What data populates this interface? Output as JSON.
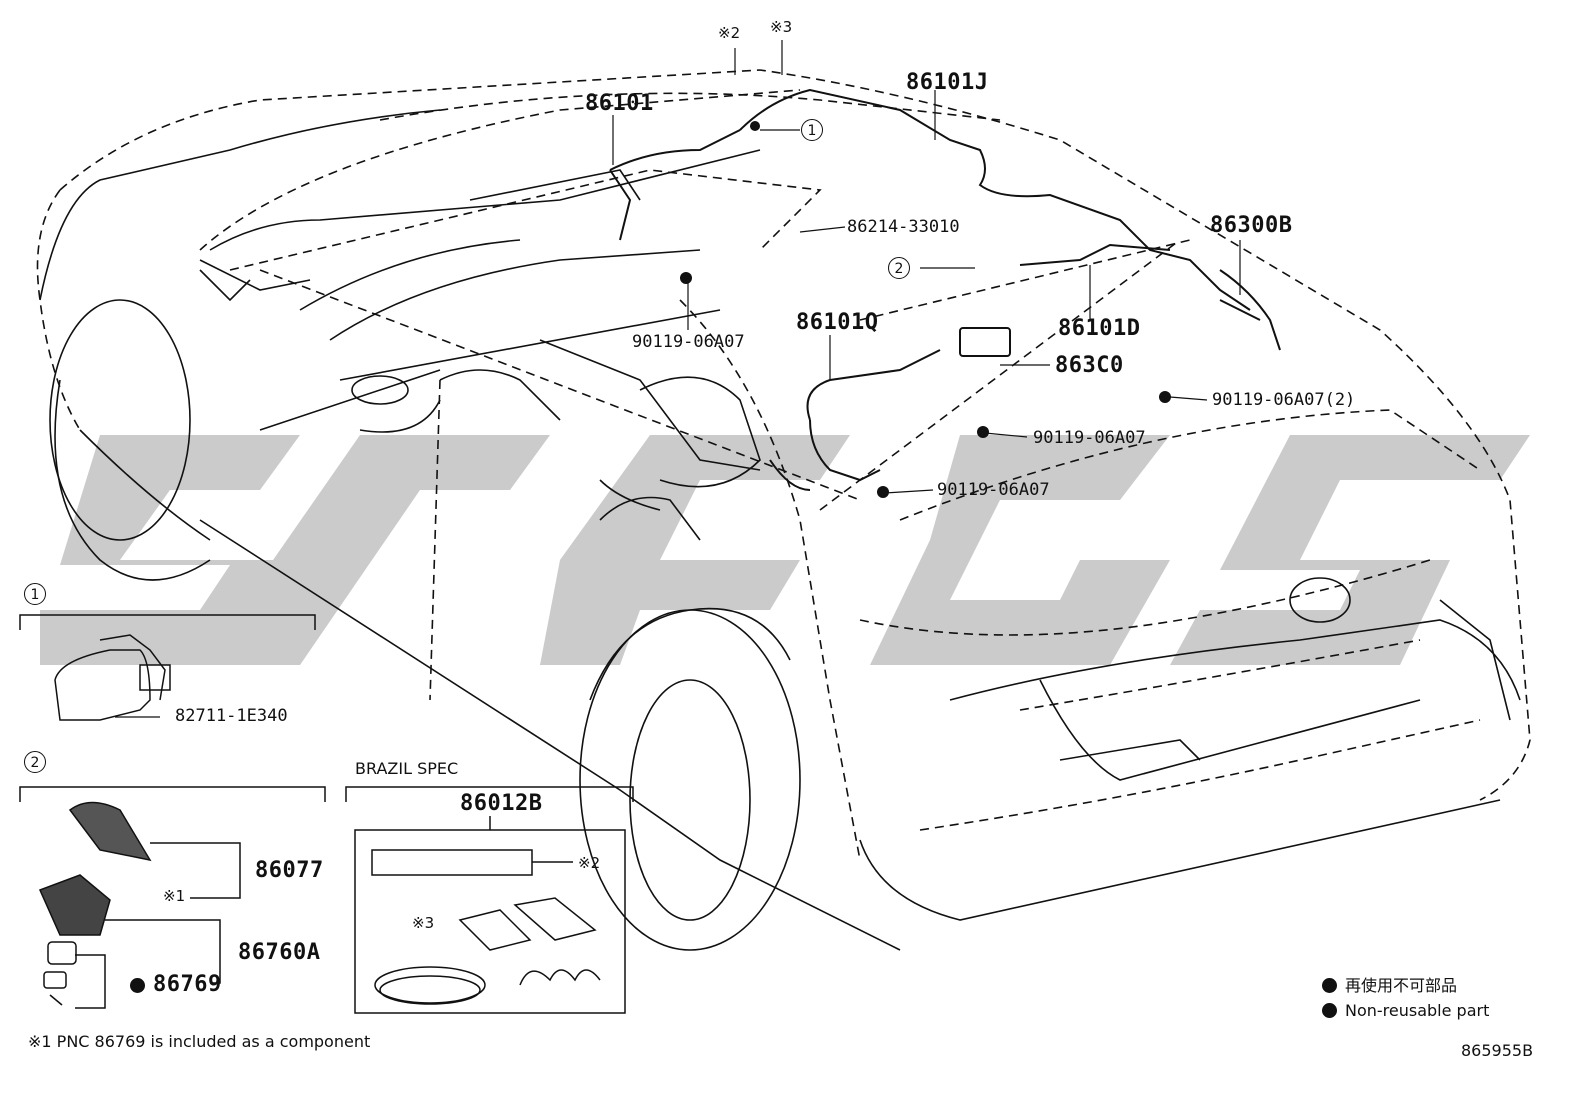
{
  "legend": {
    "jp": "再使用不可部品",
    "en": "Non-reusable part"
  },
  "footnote": "※1 PNC 86769 is included as a component",
  "illustration_id": "865955B",
  "brazil_spec": {
    "heading": "BRAZIL SPEC",
    "kit_part": "86012B",
    "mark_2": "※2",
    "mark_3": "※3"
  },
  "inset_1": {
    "circle": "1",
    "part": "82711-1E340"
  },
  "inset_2": {
    "circle": "2",
    "part_cover": "86077",
    "mark_1": "※1",
    "part_antenna": "86760A",
    "part_nonreusable": "86769"
  },
  "main": {
    "mark_2": "※2",
    "mark_3": "※3",
    "p_86101": "86101",
    "p_86101J": "86101J",
    "callout_1": "1",
    "p_86214": "86214-33010",
    "callout_2": "2",
    "p_86300B": "86300B",
    "p_86101D": "86101D",
    "p_86101Q": "86101Q",
    "p_863C0": "863C0",
    "bolt_a": "90119-06A07",
    "bolt_b": "90119-06A07(2)",
    "bolt_c": "90119-06A07",
    "bolt_d": "90119-06A07"
  },
  "colors": {
    "line": "#111111",
    "watermark": "#c8c8c8"
  }
}
